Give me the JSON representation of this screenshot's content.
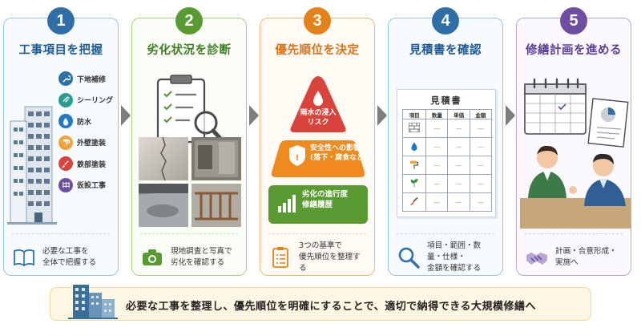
{
  "steps": [
    {
      "number": "1",
      "title": "工事項目を把握",
      "footer": [
        "必要な工事を",
        "全体で把握する"
      ],
      "items": [
        "下地補修",
        "シーリング",
        "防水",
        "外壁塗装",
        "鉄部塗装",
        "仮設工事"
      ]
    },
    {
      "number": "2",
      "title": "劣化状況を診断",
      "footer": [
        "現地調査と写真で",
        "劣化を確認する"
      ]
    },
    {
      "number": "3",
      "title": "優先順位を決定",
      "footer": [
        "3つの基準で",
        "優先順位を整理する"
      ],
      "pyramid": [
        {
          "line1": "雨水の浸入",
          "line2": "リスク"
        },
        {
          "line1": "安全性への影響",
          "line2": "(落下・腐食など)"
        },
        {
          "line1": "劣化の進行度",
          "line2": "修繕履歴"
        }
      ]
    },
    {
      "number": "4",
      "title": "見積書を確認",
      "footer": [
        "項目・範囲・数量・仕様・",
        "金額を確認する"
      ],
      "estimate": {
        "heading": "見積書",
        "columns": [
          "項目",
          "数量",
          "単価",
          "金額"
        ],
        "dash": "—"
      }
    },
    {
      "number": "5",
      "title": "修繕計画を進める",
      "footer": [
        "計画・合意形成・",
        "実施へ"
      ]
    }
  ],
  "bottom_text": "必要な工事を整理し、優先順位を明確にすることで、適切で納得できる大規模修繕へ",
  "colors": {
    "blue": "#2f6fa8",
    "green": "#5a9a32",
    "orange": "#e4821a",
    "purple": "#6e4ea3"
  }
}
